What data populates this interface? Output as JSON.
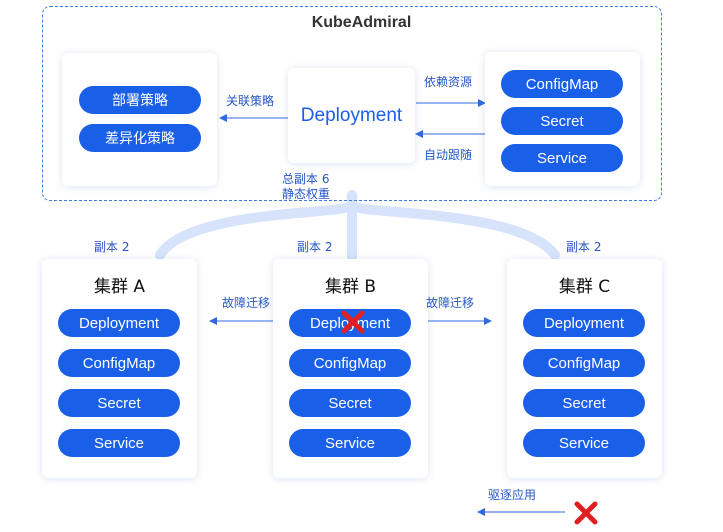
{
  "title": "KubeAdmiral",
  "top": {
    "deployment": "Deployment",
    "policies": [
      "部署策略",
      "差异化策略"
    ],
    "resources": [
      "ConfigMap",
      "Secret",
      "Service"
    ],
    "label_link_policy": "关联策略",
    "label_depend": "依赖资源",
    "label_follow": "自动跟随",
    "total_replicas": "总副本 6",
    "static_weight": "静态权重"
  },
  "clusters": [
    {
      "title": "集群 A",
      "replicas": "副本 2",
      "items": [
        "Deployment",
        "ConfigMap",
        "Secret",
        "Service"
      ]
    },
    {
      "title": "集群 B",
      "replicas": "副本 2",
      "items": [
        "Deployment",
        "ConfigMap",
        "Secret",
        "Service"
      ]
    },
    {
      "title": "集群 C",
      "replicas": "副本 2",
      "items": [
        "Deployment",
        "ConfigMap",
        "Secret",
        "Service"
      ]
    }
  ],
  "labels": {
    "failover_left": "故障迁移",
    "failover_right": "故障迁移",
    "evict": "驱逐应用"
  },
  "colors": {
    "pill": "#1a5fe8",
    "frame": "#3d7be0",
    "fail_mark": "#e02020",
    "label": "#2656c9"
  }
}
